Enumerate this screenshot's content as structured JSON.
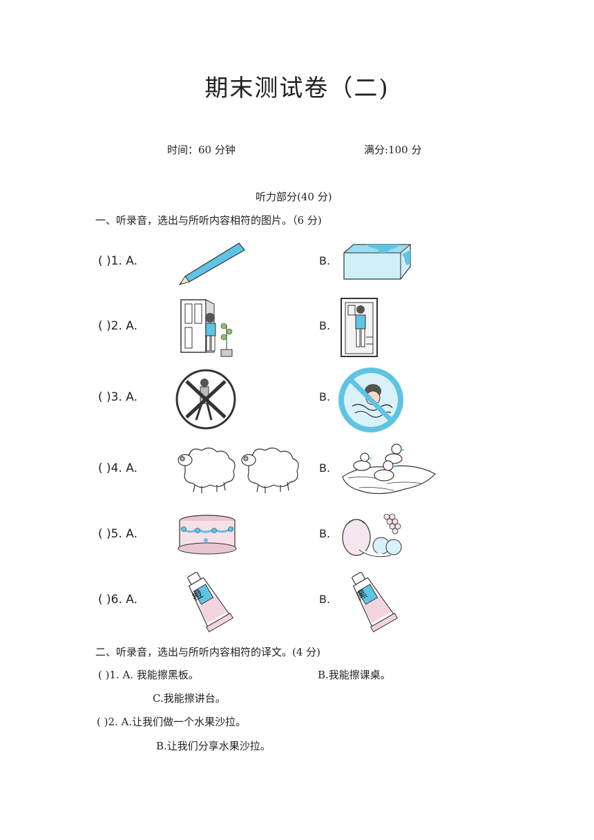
{
  "title": "期末测试卷（二)",
  "time_label": "时间：60 分钟",
  "score_label": "满分:100 分",
  "listening_header": "听力部分(40 分)",
  "section1": {
    "heading": "一、听录音，选出与所听内容相符的图片。（6 分)",
    "questions": [
      {
        "label": "(        )1. A.",
        "b_label": "B.",
        "a_image": "pencil",
        "b_image": "eraser"
      },
      {
        "label": "(        )2. A.",
        "b_label": "B.",
        "a_image": "boy-opening-door",
        "b_image": "boy-in-doorway"
      },
      {
        "label": "(        )3. A.",
        "b_label": "B.",
        "a_image": "no-walking-sign",
        "b_image": "no-swimming-sign"
      },
      {
        "label": "(        )4. A.",
        "b_label": "B.",
        "a_image": "two-sheep",
        "b_image": "ducks-on-water"
      },
      {
        "label": "(        )5. A.",
        "b_label": "B.",
        "a_image": "cake",
        "b_image": "fruit-basket"
      },
      {
        "label": "(        )6. A.",
        "b_label": "B.",
        "a_image": "paint-tube-orange",
        "b_image": "paint-tube-black"
      }
    ],
    "tube_a_char": "橙",
    "tube_b_char": "黑"
  },
  "section2": {
    "heading": "二、听录音，选出与所听内容相符的译文。(4 分)",
    "q1_label": "(      )1.  A.  我能擦黑板。",
    "q1_b": "B.我能擦课桌。",
    "q1_c": "C.我能擦讲台。",
    "q2_label": "(      )2.  A.让我们做一个水果沙拉。",
    "q2_b": "B.让我们分享水果沙拉。"
  },
  "colors": {
    "accent_blue": "#5fc3e4",
    "pink": "#e8c6d4",
    "line": "#333333"
  }
}
